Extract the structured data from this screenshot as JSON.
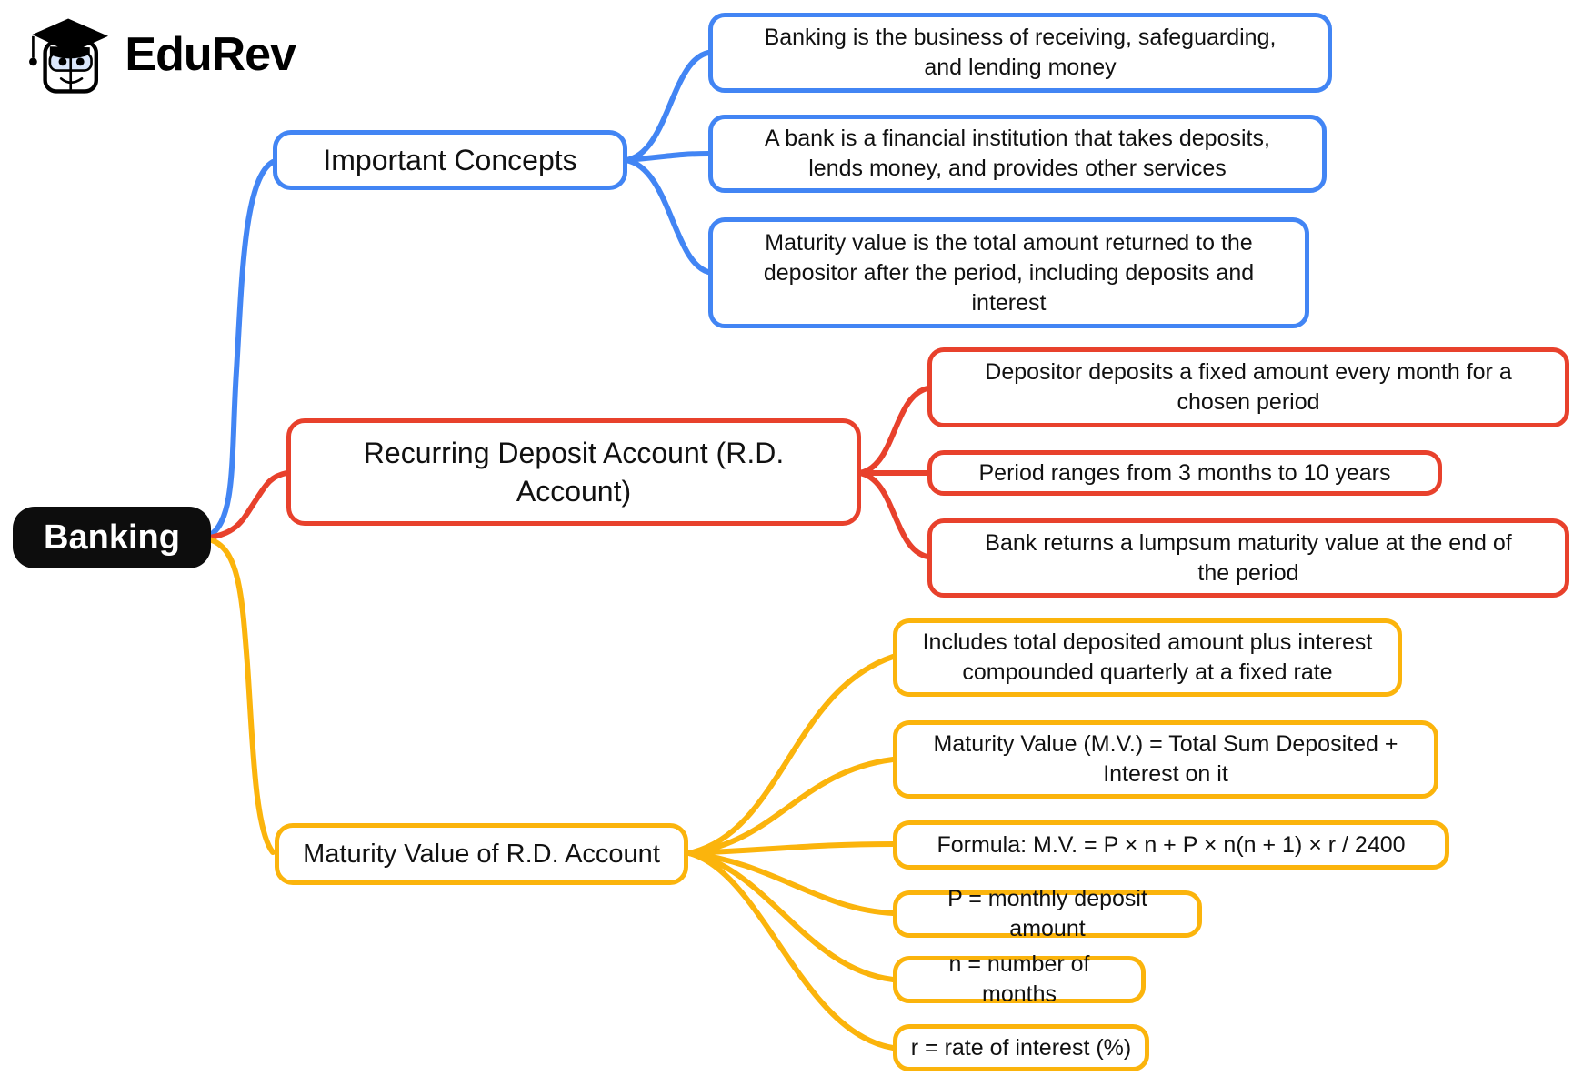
{
  "colors": {
    "blue": "#4285F4",
    "red": "#E8412C",
    "yellow": "#FBB40C",
    "node_black": "#0D0D0D",
    "text": "#111111",
    "background": "#FFFFFF"
  },
  "logo": {
    "brand": "EduRev"
  },
  "mindmap": {
    "root": {
      "label": "Banking"
    },
    "branches": [
      {
        "label": "Important Concepts",
        "color": "blue",
        "children": [
          "Banking is the business of receiving, safeguarding, and lending money",
          "A bank is a financial institution that takes deposits, lends money, and provides other services",
          "Maturity value is the total amount returned to the depositor after the period, including deposits and interest"
        ]
      },
      {
        "label": "Recurring Deposit Account (R.D. Account)",
        "color": "red",
        "children": [
          "Depositor deposits a fixed amount every month for a chosen period",
          "Period ranges from 3 months to 10 years",
          "Bank returns a lumpsum maturity value at the end of the period"
        ]
      },
      {
        "label": "Maturity Value of R.D. Account",
        "color": "yellow",
        "children": [
          "Includes total deposited amount plus interest compounded quarterly at a fixed rate",
          "Maturity Value (M.V.) = Total Sum Deposited + Interest on it",
          "Formula: M.V. = P × n + P × n(n + 1) × r / 2400",
          "P = monthly deposit amount",
          "n = number of months",
          "r = rate of interest (%)"
        ]
      }
    ]
  }
}
